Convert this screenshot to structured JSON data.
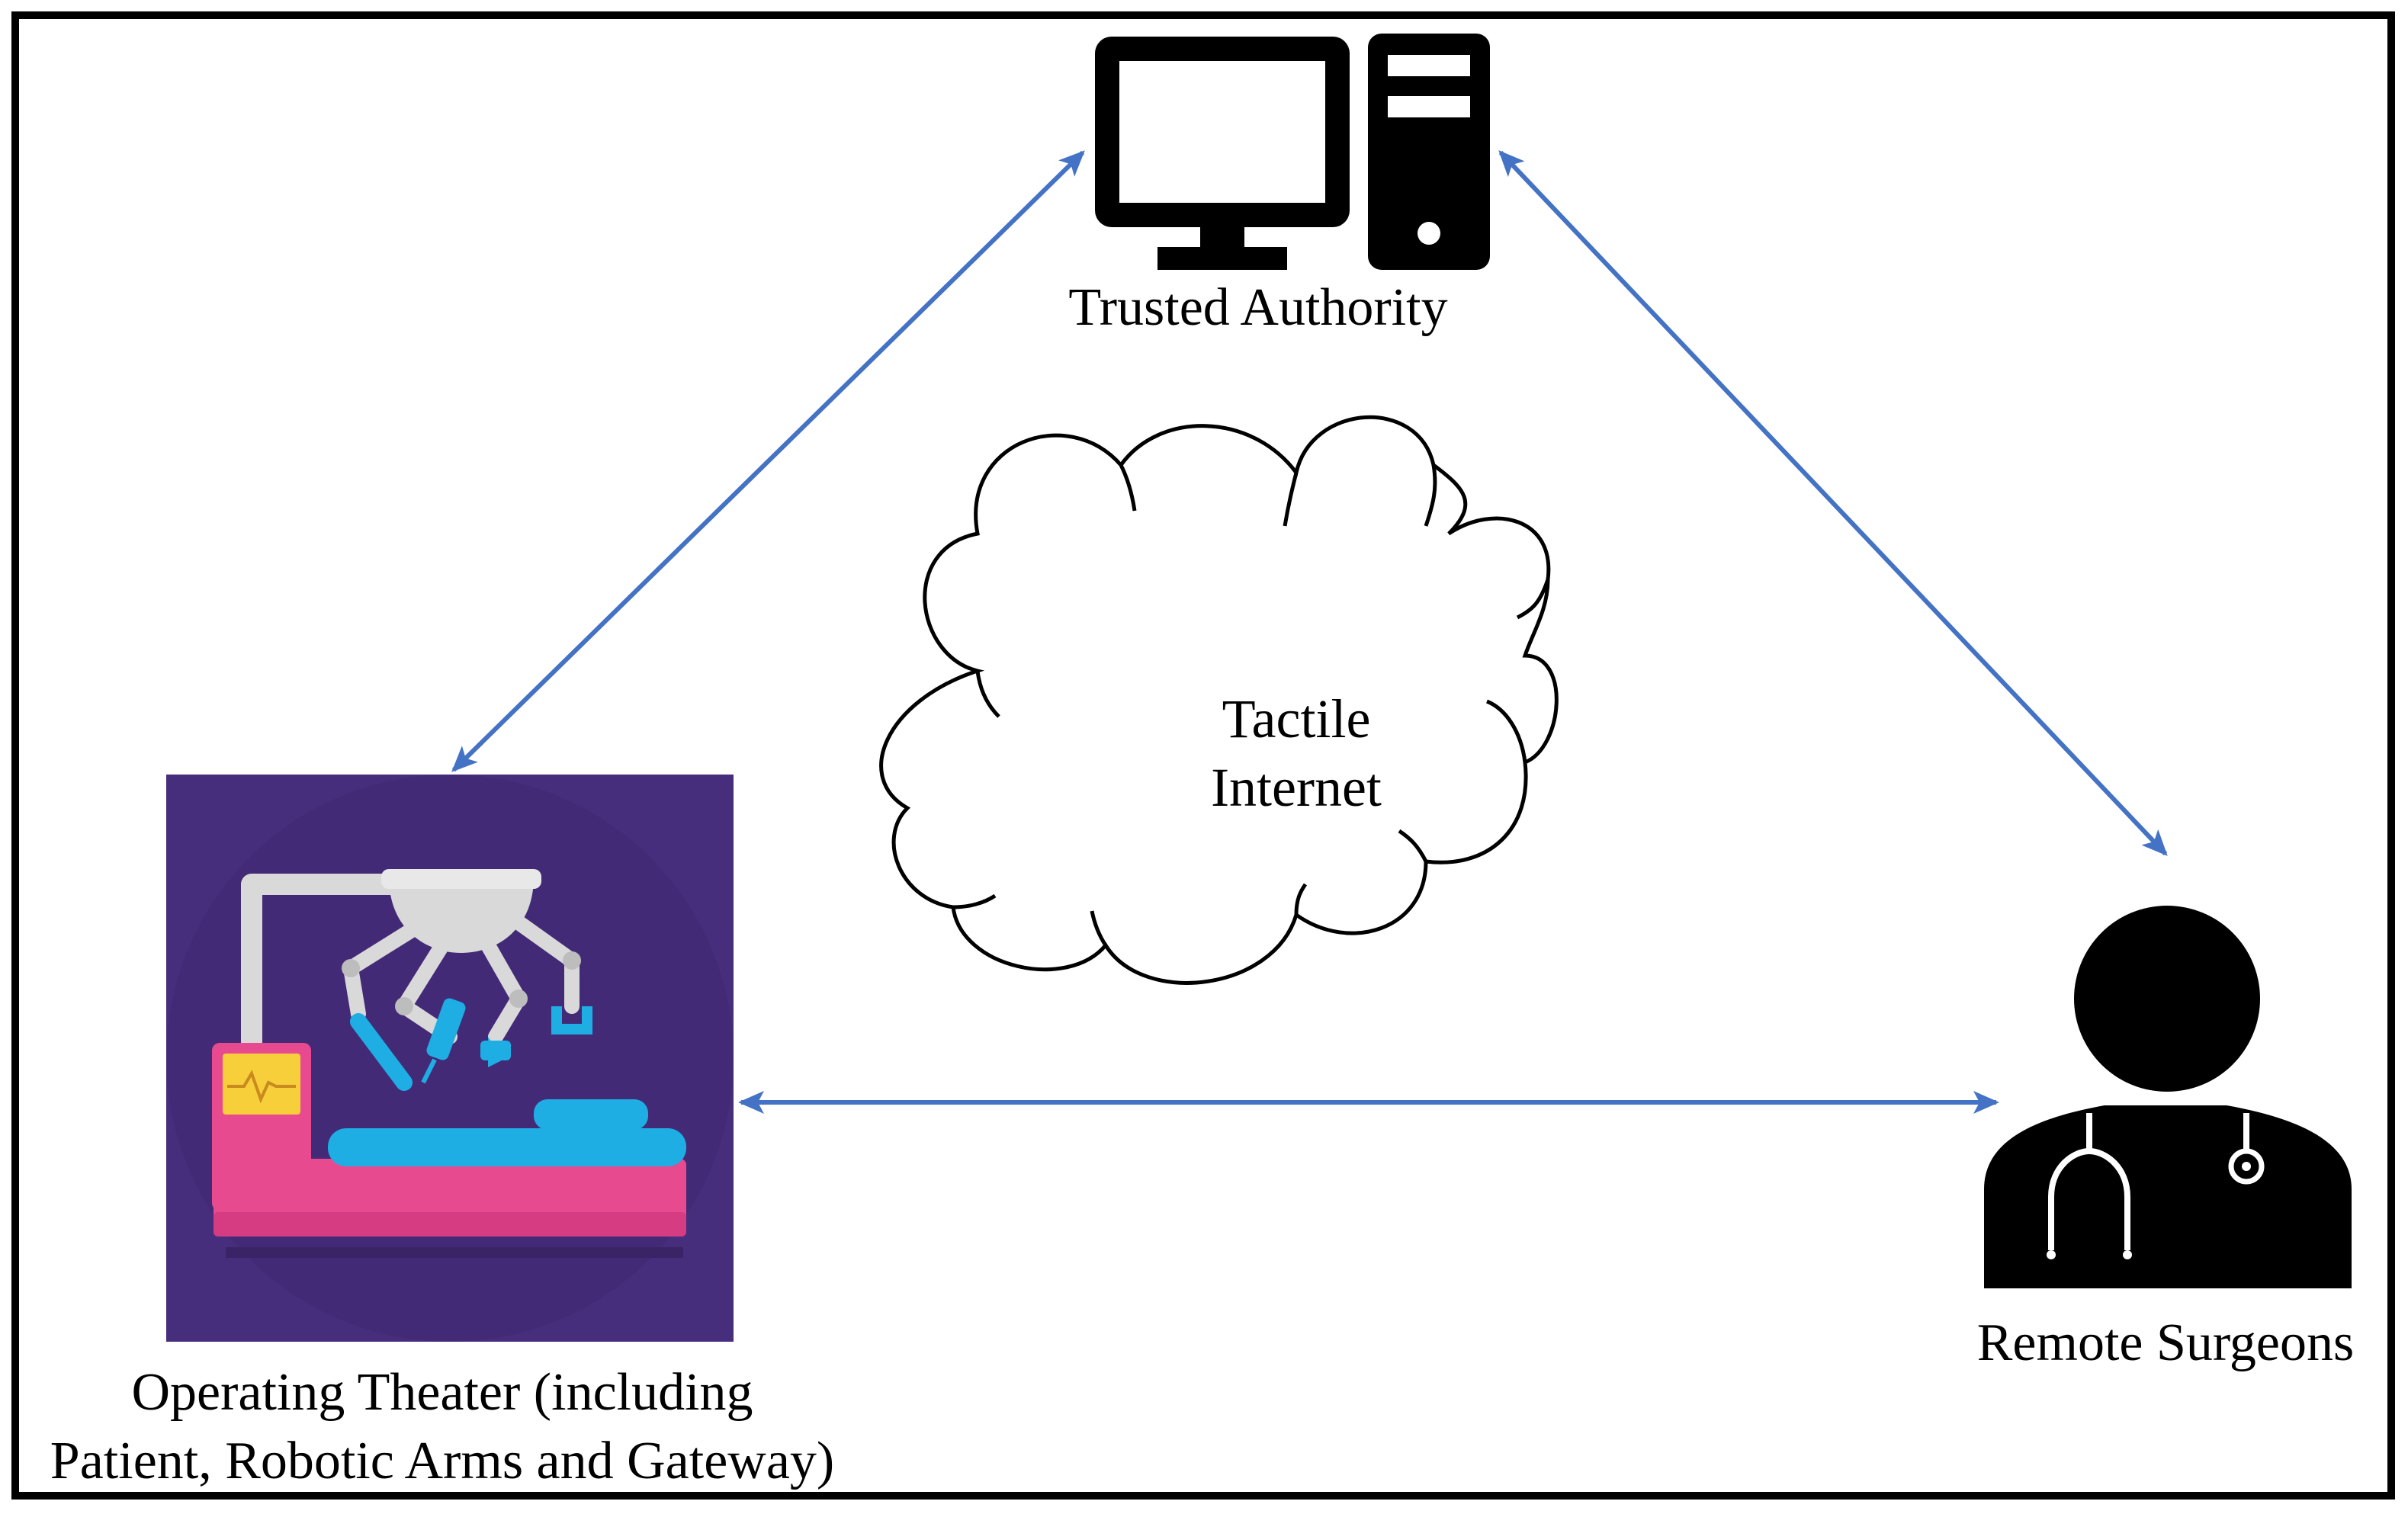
{
  "nodes": {
    "trusted_authority": {
      "label": "Trusted Authority",
      "icon": "desktop-computer-icon"
    },
    "tactile_internet": {
      "line1": "Tactile",
      "line2": "Internet",
      "icon": "cloud-icon"
    },
    "operating_theater": {
      "line1": "Operating Theater (including",
      "line2": "Patient, Robotic Arms and Gateway)",
      "icon": "robotic-surgery-icon"
    },
    "remote_surgeons": {
      "label": "Remote Surgeons",
      "icon": "surgeon-icon"
    }
  },
  "edges": [
    {
      "from": "operating_theater",
      "to": "trusted_authority",
      "direction": "bidirectional"
    },
    {
      "from": "trusted_authority",
      "to": "remote_surgeons",
      "direction": "bidirectional"
    },
    {
      "from": "operating_theater",
      "to": "remote_surgeons",
      "direction": "bidirectional"
    }
  ],
  "colors": {
    "arrow": "#4472C4",
    "border": "#000000",
    "ot_background": "#472E7D",
    "bed_pink": "#E84A8F",
    "bed_blue": "#1EAEE4",
    "monitor_yellow": "#F7CF3B",
    "robot_gray": "#D9D9D9"
  }
}
